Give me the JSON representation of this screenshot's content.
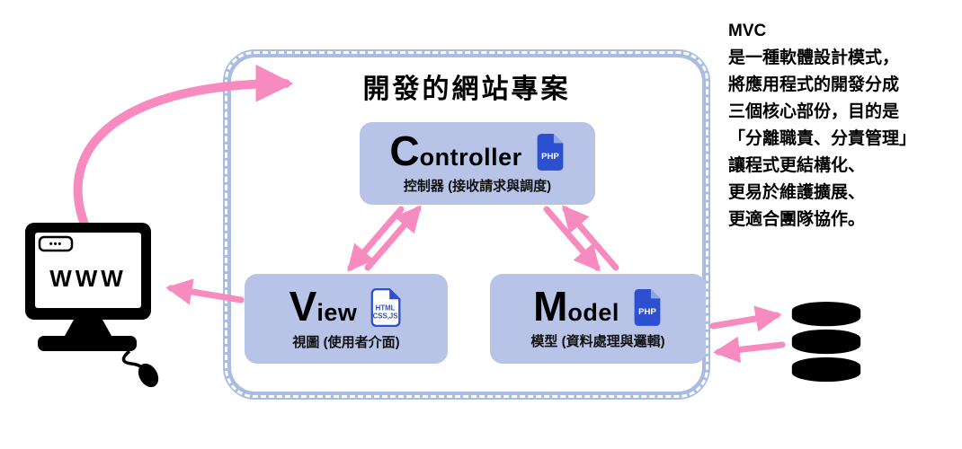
{
  "diagram": {
    "frame_title": "開發的網站專案",
    "controller": {
      "initial": "C",
      "rest": "ontroller",
      "subtitle": "控制器 (接收請求與調度)",
      "icon": "PHP"
    },
    "view": {
      "initial": "V",
      "rest": "iew",
      "subtitle": "視圖 (使用者介面)",
      "icon_line1": "HTML",
      "icon_line2": "CSS,JS"
    },
    "model": {
      "initial": "M",
      "rest": "odel",
      "subtitle": "模型 (資料處理與邏輯)",
      "icon": "PHP"
    },
    "computer": {
      "dots": "•••",
      "screen_text": "WWW"
    },
    "description": {
      "title": "MVC",
      "lines": [
        "是一種軟體設計模式，",
        "將應用程式的開發分成",
        "三個核心部份，目的是",
        "「分離職責、分責管理」",
        "讓程式更結構化、",
        "更易於維護擴展、",
        "更適合團隊協作。"
      ]
    },
    "colors": {
      "frame_border": "#a9bce2",
      "box_fill": "#b7c3e7",
      "arrow_pink": "#f78bbf",
      "icon_blue": "#2d50d0"
    }
  }
}
